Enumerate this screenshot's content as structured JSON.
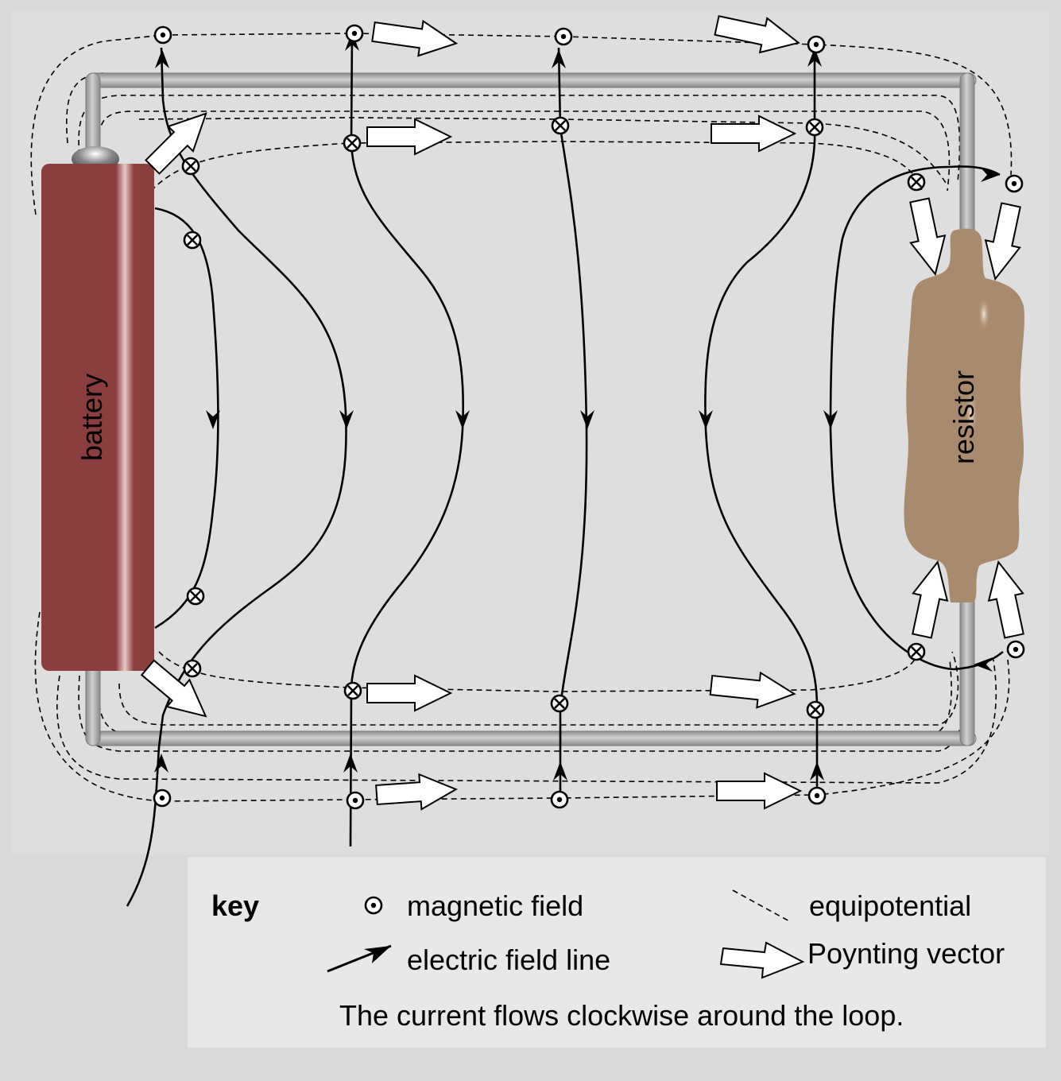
{
  "components": {
    "battery_label": "battery",
    "resistor_label": "resistor"
  },
  "key": {
    "title": "key",
    "magnetic_field": "magnetic field",
    "equipotential": "equipotential",
    "electric_field_line": "electric field line",
    "poynting_vector": "Poynting vector",
    "caption": "The current flows clockwise around the loop."
  },
  "colors": {
    "background": "#d9d9d9",
    "plot_area": "#dedede",
    "key_panel": "#e8e8e8",
    "battery": "#8b3e3f",
    "resistor": "#a88b6e",
    "wire": "#a6a6a6"
  },
  "symbols": {
    "magnetic_out": "dot-in-circle-icon",
    "magnetic_in": "cross-in-circle-icon",
    "poynting": "hollow-arrow-icon"
  }
}
